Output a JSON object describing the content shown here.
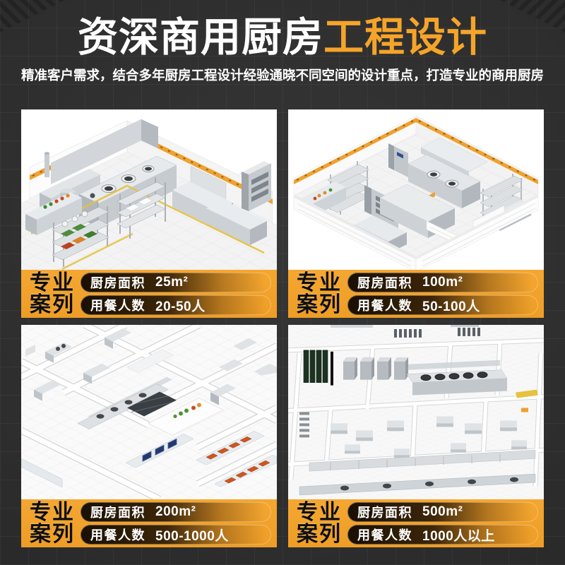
{
  "poster": {
    "title": {
      "main": "资深商用厨房",
      "accent": "工程设计"
    },
    "subtitle": "精准客户需求，结合多年厨房工程设计经验通晓不同空间的设计重点，打造专业的商用厨房"
  },
  "badge": {
    "line1": "专业",
    "line2": "案列"
  },
  "metrics": {
    "area_label": "厨房面积",
    "diners_label": "用餐人数"
  },
  "cases": [
    {
      "area_value": "25m²",
      "diners_value": "20-50人"
    },
    {
      "area_value": "100m²",
      "diners_value": "50-100人"
    },
    {
      "area_value": "200m²",
      "diners_value": "500-1000人"
    },
    {
      "area_value": "500m²",
      "diners_value": "1000人以上"
    }
  ],
  "colors": {
    "accent_orange": "#F5A42A",
    "bar_orange": "#EFA02C",
    "background": "#2D2D2D",
    "pill_dark": "#120A01",
    "text_light": "#FFFFFF",
    "badge_text": "#0E0E0E",
    "floor_line_yellow": "#E5C243",
    "wall_banner_orange": "#F0A12F"
  }
}
